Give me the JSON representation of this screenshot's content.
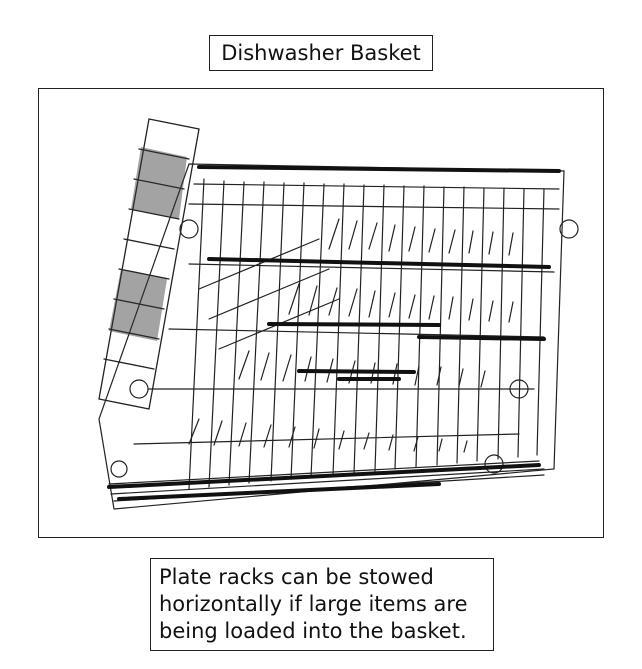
{
  "title": "Dishwasher Basket",
  "caption": {
    "lines": [
      "Plate racks can be stowed",
      "horizontally if large items are",
      "being loaded into the basket."
    ]
  },
  "illustration": {
    "subject": "dishwasher basket line drawing with folding plate racks",
    "stroke_color": "#222222",
    "accent_color": "#111111"
  }
}
